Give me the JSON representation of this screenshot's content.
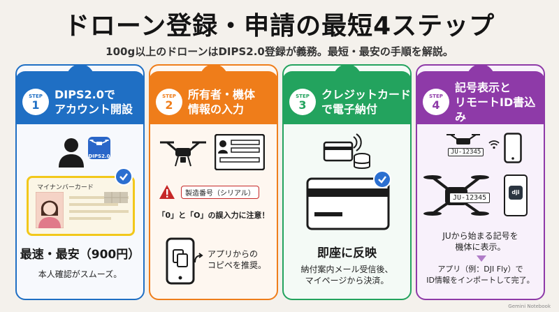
{
  "header": {
    "title": "ドローン登録・申請の最短4ステップ",
    "subtitle": "100g以上のドローンはDIPS2.0登録が義務。最短・最安の手順を解説。"
  },
  "steps": [
    {
      "step_word": "STEP",
      "number": "1",
      "title_line1": "DIPS2.0で",
      "title_line2": "アカウント開設",
      "color": "#1f6fc4",
      "icon_label": "DIPS2.0",
      "card_label": "マイナンバーカード",
      "headline": "最速・最安（900円）",
      "note": "本人確認がスムーズ。"
    },
    {
      "step_word": "STEP",
      "number": "2",
      "title_line1": "所有者・機体",
      "title_line2": "情報の入力",
      "color": "#ef7d1a",
      "serial_label": "製造番号（シリアル）",
      "warning": "「0」と「O」の誤入力に注意！",
      "note_line1": "アプリからの",
      "note_line2": "コピペを推奨。"
    },
    {
      "step_word": "STEP",
      "number": "3",
      "title_line1": "クレジットカード",
      "title_line2": "で電子納付",
      "color": "#23a35e",
      "headline": "即座に反映",
      "note_line1": "納付案内メール受信後、",
      "note_line2": "マイページから決済。"
    },
    {
      "step_word": "STEP",
      "number": "4",
      "title_line1": "記号表示と",
      "title_line2": "リモートID書込み",
      "color": "#8e3aa8",
      "plate_small": "JU-12345",
      "plate_large": "JU-12345",
      "app_label": "dji",
      "mid_line1": "JUから始まる記号を",
      "mid_line2": "機体に表示。",
      "note_line1": "アプリ（例：DJI Fly）で",
      "note_line2": "ID情報をインポートして完了。"
    }
  ],
  "footer": {
    "watermark": "Gemini Notebook"
  }
}
